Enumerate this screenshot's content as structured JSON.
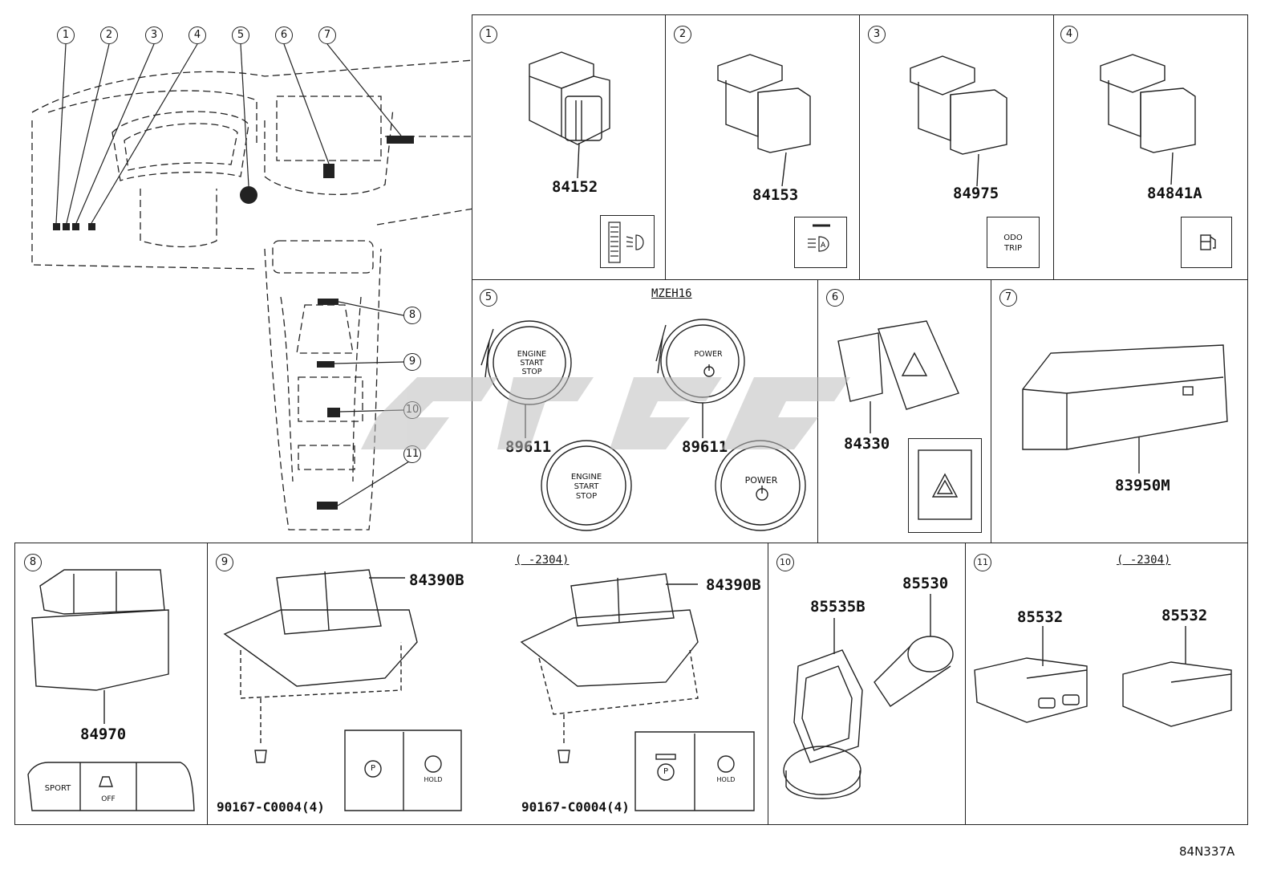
{
  "diagram_code": "84N337A",
  "overview": {
    "callouts": [
      "1",
      "2",
      "3",
      "4",
      "5",
      "6",
      "7",
      "8",
      "9",
      "10",
      "11"
    ]
  },
  "panels": {
    "p1": {
      "num": "1",
      "part": "84152"
    },
    "p2": {
      "num": "2",
      "part": "84153"
    },
    "p3": {
      "num": "3",
      "part": "84975",
      "icon_text_1": "ODO",
      "icon_text_2": "TRIP"
    },
    "p4": {
      "num": "4",
      "part": "84841A"
    },
    "p5": {
      "num": "5",
      "model": "MZEH16",
      "part_a": "89611",
      "part_b": "89611",
      "engine_1": "ENGINE",
      "engine_2": "START",
      "engine_3": "STOP",
      "power": "POWER"
    },
    "p6": {
      "num": "6",
      "part": "84330"
    },
    "p7": {
      "num": "7",
      "part": "83950M"
    },
    "p8": {
      "num": "8",
      "part": "84970",
      "sport": "SPORT",
      "off": "OFF"
    },
    "p9": {
      "num": "9",
      "part_a": "84390B",
      "part_b": "84390B",
      "date_note": "(   -2304)",
      "bolt_a": "90167-C0004(4)",
      "bolt_b": "90167-C0004(4)",
      "hold": "HOLD"
    },
    "p10": {
      "num": "10",
      "part_a": "85535B",
      "part_b": "85530"
    },
    "p11": {
      "num": "11",
      "part_a": "85532",
      "part_b": "85532",
      "date_note": "(   -2304)"
    }
  }
}
